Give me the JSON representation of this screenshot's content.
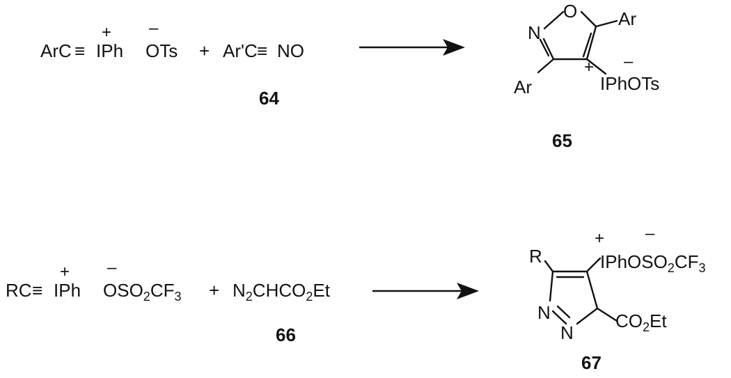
{
  "reaction_1": {
    "reactant_a": {
      "left": "ArC",
      "triple_bond": "≡",
      "right": "IPh",
      "counterion": "OTs",
      "cation_charge": "+",
      "anion_charge": "–"
    },
    "plus": "+",
    "reactant_b": {
      "left": "Ar'C",
      "triple_bond": "≡",
      "right": "NO"
    },
    "reactant_label": "64",
    "product": {
      "ring_n": "N",
      "ring_o": "O",
      "sub_5": "Ar",
      "sub_3": "Ar",
      "sub_4": "IPhOTs",
      "cation_charge": "+",
      "anion_charge": "–"
    },
    "product_label": "65"
  },
  "reaction_2": {
    "reactant_a": {
      "left": "RC",
      "triple_bond": "≡",
      "right": "IPh",
      "counterion_a": "OSO",
      "counterion_sub1": "2",
      "counterion_b": "CF",
      "counterion_sub2": "3",
      "cation_charge": "+",
      "anion_charge": "–"
    },
    "plus": "+",
    "reactant_b": {
      "a": "N",
      "sub1": "2",
      "b": "CHCO",
      "sub2": "2",
      "c": "Et"
    },
    "reactant_label": "66",
    "product": {
      "sub_r": "R",
      "ring_n1": "N",
      "ring_n2": "N",
      "iodonium_a": "IPh",
      "iodonium_b": "OSO",
      "iodonium_sub1": "2",
      "iodonium_c": "CF",
      "iodonium_sub2": "3",
      "ester_a": "CO",
      "ester_sub": "2",
      "ester_b": "Et",
      "cation_charge": "+",
      "anion_charge": "–"
    },
    "product_label": "67"
  }
}
